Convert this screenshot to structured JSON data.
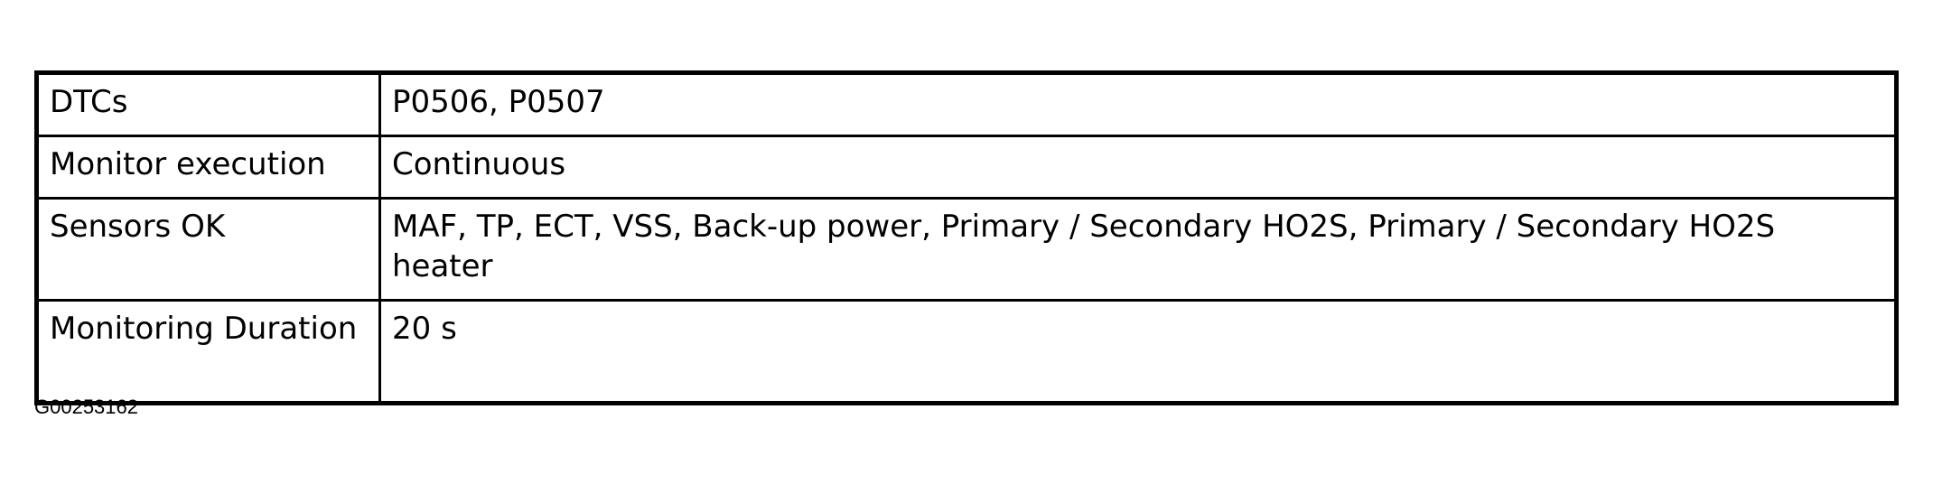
{
  "table": {
    "rows": [
      {
        "label": "DTCs",
        "value": "P0506, P0507"
      },
      {
        "label": "Monitor execution",
        "value": "Continuous"
      },
      {
        "label": "Sensors OK",
        "value": "MAF, TP, ECT, VSS, Back-up power, Primary / Secondary HO2S, Primary / Secondary HO2S heater"
      },
      {
        "label": "Monitoring Duration",
        "value": "20 s"
      }
    ]
  },
  "figure_id": "G00253162"
}
